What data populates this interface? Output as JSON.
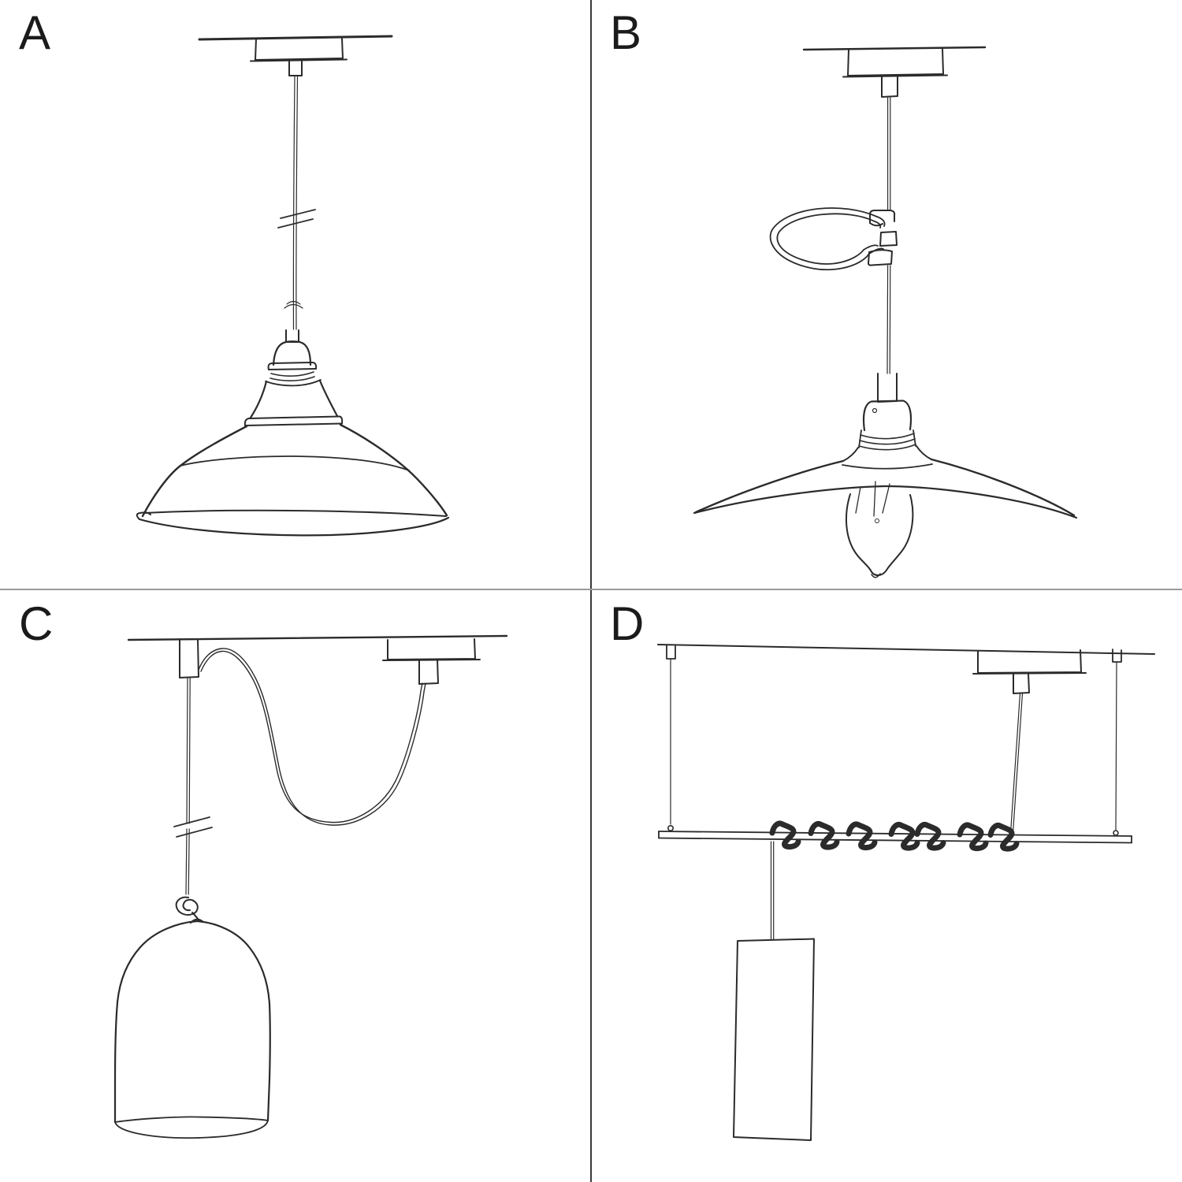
{
  "page": {
    "background_color": "#ffffff",
    "ink_color": "#2b2b2b",
    "divider_vertical_color": "#3a3a3a",
    "divider_horizontal_color": "#9a9a9a"
  },
  "panels": [
    {
      "label": "A",
      "sketch": "pendant-bowl-shade-straight-cable-sketch"
    },
    {
      "label": "B",
      "sketch": "pendant-flat-shade-exposed-bulb-cable-tie-sketch"
    },
    {
      "label": "C",
      "sketch": "swag-pendant-bell-shade-hook-knot-sketch"
    },
    {
      "label": "D",
      "sketch": "bar-suspension-cylinder-shade-coiled-cable-sketch"
    }
  ]
}
